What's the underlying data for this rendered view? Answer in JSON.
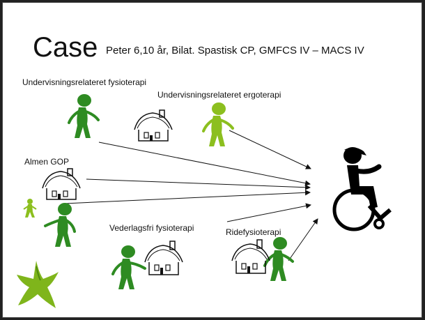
{
  "slide": {
    "title": "Case",
    "subtitle": "Peter 6,10 år, Bilat. Spastisk CP, GMFCS IV – MACS IV"
  },
  "labels": {
    "undervisning_fysio": "Undervisningsrelateret fysioterapi",
    "undervisning_ergo": "Undervisningsrelateret ergoterapi",
    "almen_gop": "Almen GOP",
    "vederlagsfri": "Vederlagsfri fysioterapi",
    "ridefysio": "Ridefysioterapi"
  },
  "colors": {
    "dark_green": "#2e8b22",
    "light_green": "#8cbf1f",
    "starfish_green": "#7fb51b",
    "wheelchair": "#000000"
  },
  "icons": [
    "person-icon",
    "house-icon",
    "wheelchair-user-icon",
    "starfish-icon"
  ]
}
